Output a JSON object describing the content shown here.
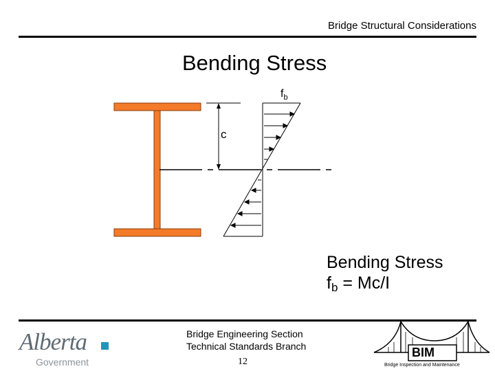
{
  "header": {
    "title": "Bridge Structural Considerations"
  },
  "slide": {
    "title": "Bending Stress"
  },
  "diagram": {
    "fb_label": "f",
    "fb_sub": "b",
    "c_label": "c"
  },
  "formula": {
    "line1": "Bending Stress",
    "f": "f",
    "sub": "b",
    "rhs": " = Mc/I"
  },
  "footer": {
    "section": "Bridge Engineering Section",
    "branch": "Technical Standards Branch",
    "page_number": "12",
    "logo_alberta": "Alberta",
    "logo_government": "Government",
    "bim_label": "BIM",
    "bim_subtitle": "Bridge Inspection and Maintenance"
  },
  "colors": {
    "beam": "#f47b2a",
    "alberta_blue": "#1f95b9"
  }
}
